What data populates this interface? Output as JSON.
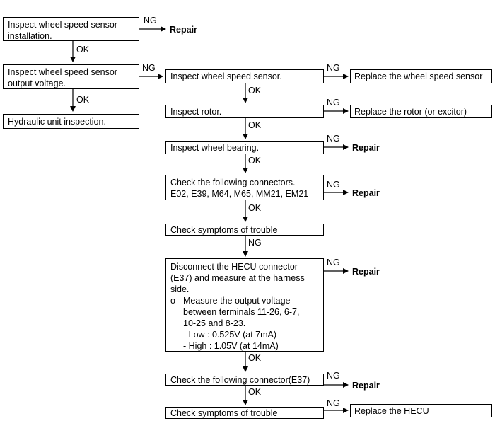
{
  "steps": {
    "s1": {
      "lines": [
        "Inspect wheel speed sensor",
        "installation."
      ]
    },
    "s2": {
      "lines": [
        "Inspect wheel speed sensor",
        "output voltage."
      ]
    },
    "s3": {
      "text": "Hydraulic unit inspection."
    },
    "c1": {
      "text": "Inspect wheel speed sensor."
    },
    "c2": {
      "text": "Inspect rotor."
    },
    "c3": {
      "text": "Inspect wheel bearing."
    },
    "c4": {
      "lines": [
        "Check the following connectors.",
        "E02, E39, M64, M65, MM21, EM21"
      ]
    },
    "c5": {
      "text": "Check symptoms of trouble"
    },
    "c6": {
      "lines": [
        "Disconnect the HECU connector",
        "(E37) and measure at the harness",
        "side."
      ],
      "bullet_mark": "o",
      "bullet_lines": [
        "Measure the output voltage",
        "between terminals 11-26, 6-7,",
        "10-25 and 8-23."
      ],
      "sub_lines": [
        "- Low : 0.525V (at 7mA)",
        "- High : 1.05V (at 14mA)"
      ]
    },
    "c7": {
      "text": "Check the following connector(E37)"
    },
    "c8": {
      "text": "Check symptoms of trouble"
    }
  },
  "results": {
    "repair": "Repair",
    "replace_sensor": "Replace the wheel speed sensor",
    "replace_rotor": "Replace the rotor (or excitor)",
    "replace_hecu": "Replace the HECU"
  },
  "labels": {
    "ok": "OK",
    "ng": "NG"
  },
  "colors": {
    "line": "#000000",
    "background": "#ffffff"
  }
}
